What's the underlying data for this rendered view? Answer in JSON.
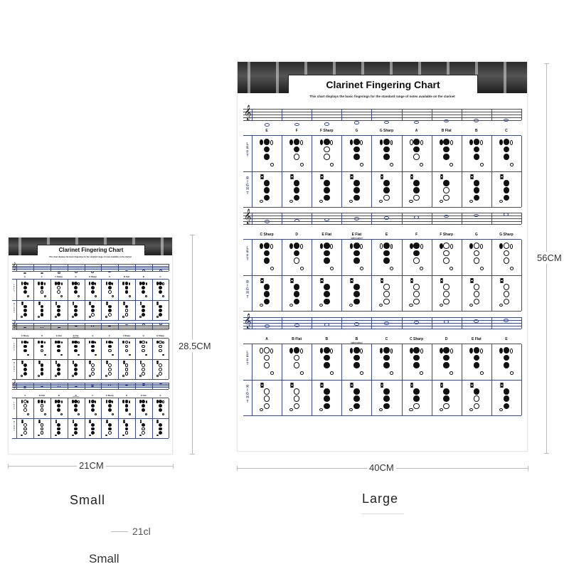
{
  "chart": {
    "title": "Clarinet Fingering Chart",
    "subtitle": "This chart displays the basic fingerings for the standard range of notes available on the clarinet",
    "side_left": "LEFT",
    "side_right": "RIGHT",
    "sections": [
      {
        "notes": [
          "E",
          "F",
          "F Sharp",
          "G",
          "G Sharp",
          "A",
          "B Flat",
          "B",
          "C"
        ]
      },
      {
        "notes": [
          "C Sharp",
          "D",
          "E Flat",
          "E Flat",
          "E",
          "F",
          "F Sharp",
          "G",
          "G Sharp"
        ],
        "annotation": "(alternative)",
        "annotation_index": 3
      },
      {
        "notes": [
          "A",
          "B Flat",
          "B",
          "B",
          "C",
          "C Sharp",
          "D",
          "E Flat",
          "E"
        ],
        "annotation": "(alternative)",
        "annotation_index": 3
      }
    ]
  },
  "small": {
    "width_label": "21CM",
    "height_label": "28.5CM",
    "caption": "Small"
  },
  "large": {
    "width_label": "40CM",
    "height_label": "56CM",
    "caption": "Large"
  },
  "ghost": {
    "text1": "21cl",
    "text2": "Small"
  }
}
